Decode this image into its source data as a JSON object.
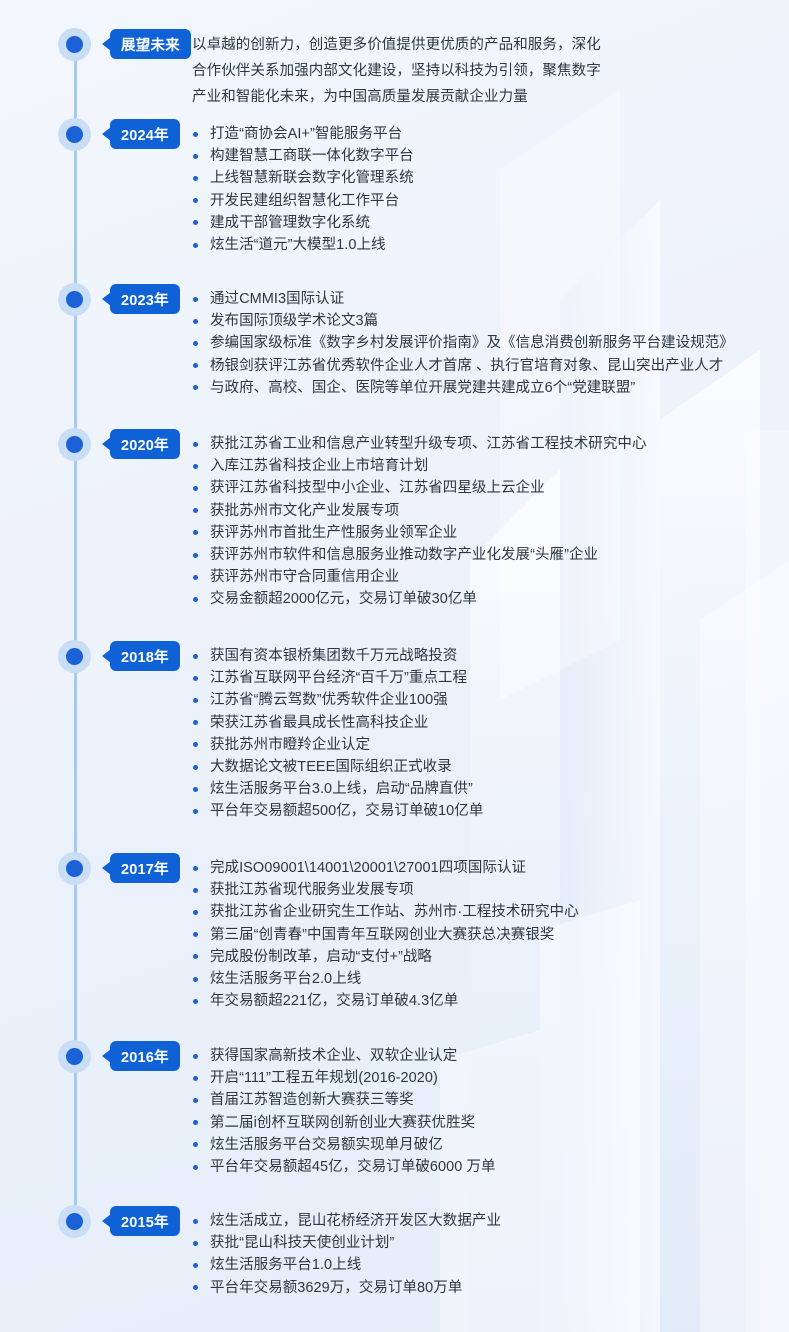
{
  "theme": {
    "accent": "#0f62d6",
    "dot_core": "#1a62d6",
    "dot_halo": "#c9ddf5",
    "axis_line": "#a8c8ef",
    "text": "#2d3643",
    "background": "#eef3fb"
  },
  "entries": [
    {
      "id": "future",
      "badge": "展望未来",
      "type": "paragraph",
      "paragraph": "以卓越的创新力，创造更多价值提供更优质的产品和服务，深化合作伙伴关系加强内部文化建设，坚持以科技为引领，聚焦数字产业和智能化未来，为中国高质量发展贡献企业力量",
      "items": []
    },
    {
      "id": "y2024",
      "badge": "2024年",
      "type": "bullets",
      "items": [
        "打造“商协会AI+”智能服务平台",
        "构建智慧工商联一体化数字平台",
        "上线智慧新联会数字化管理系统",
        "开发民建组织智慧化工作平台",
        "建成干部管理数字化系统",
        "炫生活“道元”大模型1.0上线"
      ]
    },
    {
      "id": "y2023",
      "badge": "2023年",
      "type": "bullets",
      "items": [
        "通过CMMI3国际认证",
        "发布国际顶级学术论文3篇",
        "参编国家级标准《数字乡村发展评价指南》及《信息消费创新服务平台建设规范》",
        "杨银剑获评江苏省优秀软件企业人才首席 、执行官培育对象、昆山突出产业人才",
        "与政府、高校、国企、医院等单位开展党建共建成立6个“党建联盟”"
      ]
    },
    {
      "id": "y2020",
      "badge": "2020年",
      "type": "bullets",
      "items": [
        "获批江苏省工业和信息产业转型升级专项、江苏省工程技术研究中心",
        "入库江苏省科技企业上市培育计划",
        "获评江苏省科技型中小企业、江苏省四星级上云企业",
        "获批苏州市文化产业发展专项",
        "获评苏州市首批生产性服务业领军企业",
        "获评苏州市软件和信息服务业推动数字产业化发展“头雁”企业",
        "获评苏州市守合同重信用企业",
        "交易金额超2000亿元，交易订单破30亿单"
      ]
    },
    {
      "id": "y2018",
      "badge": "2018年",
      "type": "bullets",
      "items": [
        "获国有资本银桥集团数千万元战略投资",
        "江苏省互联网平台经济“百千万”重点工程",
        "江苏省“腾云驾数”优秀软件企业100强",
        "荣获江苏省最具成长性高科技企业",
        "获批苏州市瞪羚企业认定",
        "大数据论文被TEEE国际组织正式收录",
        "炫生活服务平台3.0上线，启动“品牌直供”",
        "平台年交易额超500亿，交易订单破10亿单"
      ]
    },
    {
      "id": "y2017",
      "badge": "2017年",
      "type": "bullets",
      "items": [
        "完成ISO09001\\14001\\20001\\27001四项国际认证",
        "获批江苏省现代服务业发展专项",
        "获批江苏省企业研究生工作站、苏州市·工程技术研究中心",
        "第三届“创青春”中国青年互联网创业大赛获总决赛银奖",
        "完成股份制改革，启动“支付+”战略",
        "炫生活服务平台2.0上线",
        "年交易额超221亿，交易订单破4.3亿单"
      ]
    },
    {
      "id": "y2016",
      "badge": "2016年",
      "type": "bullets",
      "items": [
        "获得国家高新技术企业、双软企业认定",
        "开启“111”工程五年规划(2016-2020)",
        "首届江苏智造创新大赛获三等奖",
        "第二届i创杯互联网创新创业大赛获优胜奖",
        "炫生活服务平台交易额实现单月破亿",
        "平台年交易额超45亿，交易订单破6000 万单"
      ]
    },
    {
      "id": "y2015",
      "badge": "2015年",
      "type": "bullets",
      "items": [
        "炫生活成立，昆山花桥经济开发区大数据产业",
        "获批“昆山科技天使创业计划”",
        "炫生活服务平台1.0上线",
        "平台年交易额3629万，交易订单80万单"
      ]
    }
  ]
}
